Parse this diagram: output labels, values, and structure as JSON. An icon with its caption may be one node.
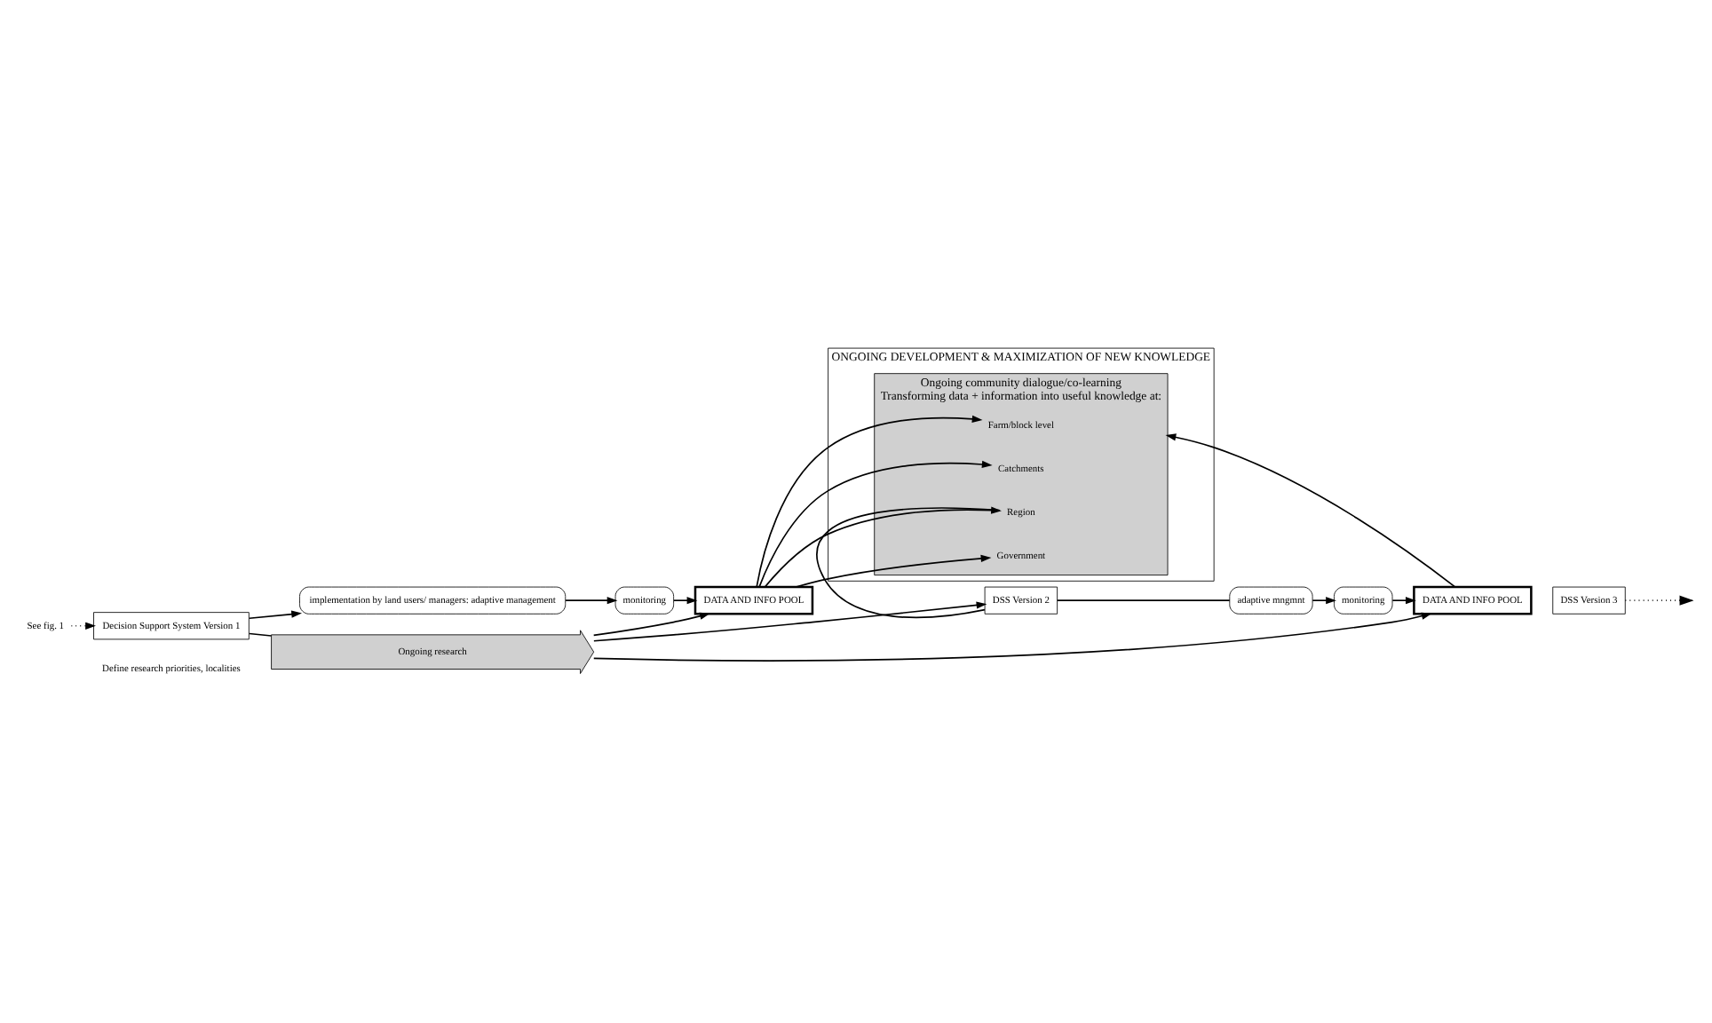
{
  "diagram": {
    "nodes": [
      {
        "text": [
          "ONGOING DEVELOPMENT & MAXIMIZATION OF NEW KNOWLEDGE"
        ]
      },
      {
        "text": [
          "Ongoing community dialogue/co-learning",
          "Transforming data + information into useful knowledge at:"
        ],
        "in": 0
      },
      {
        "text": [
          "Farm/block level"
        ],
        "in": 1
      },
      {
        "text": [
          "Catchments"
        ],
        "in": 1
      },
      {
        "text": [
          "Region"
        ],
        "in": 1
      },
      {
        "text": [
          "Government"
        ],
        "in": 1
      },
      {
        "text": [
          "See fig. 1"
        ]
      },
      {
        "text": [
          "Decision Support System Version 1"
        ],
        "beside": [
          "Define research priorities, localities"
        ]
      },
      {
        "text": [
          "implementation by land users/ managers: adaptive management"
        ]
      },
      {
        "text": [
          "monitoring"
        ]
      },
      {
        "text": [
          "DATA AND INFO POOL"
        ]
      },
      {
        "text": [
          "DSS Version 2"
        ]
      },
      {
        "text": [
          "adaptive mngmnt"
        ]
      },
      {
        "text": [
          "monitoring"
        ]
      },
      {
        "text": [
          "DATA AND INFO POOL"
        ]
      },
      {
        "text": [
          "DSS Version 3"
        ]
      },
      {
        "text": [
          "Ongoing research"
        ]
      }
    ],
    "edges": [
      {
        "from": 6,
        "to": 7,
        "arrow": "to",
        "style": "dashed"
      },
      {
        "from": 7,
        "to": 8,
        "arrow": "to"
      },
      {
        "from": 8,
        "to": 9,
        "arrow": "to"
      },
      {
        "from": 9,
        "to": 10,
        "arrow": "to"
      },
      {
        "from": 10,
        "to": 2,
        "arrow": "to"
      },
      {
        "from": 10,
        "to": 3,
        "arrow": "to"
      },
      {
        "from": 10,
        "to": 4,
        "arrow": "to"
      },
      {
        "from": 10,
        "to": 5,
        "arrow": "to"
      },
      {
        "from": 4,
        "to": 11,
        "arrow": "none"
      },
      {
        "from": 11,
        "to": 12,
        "arrow": "none"
      },
      {
        "from": 12,
        "to": 13,
        "arrow": "to"
      },
      {
        "from": 13,
        "to": 14,
        "arrow": "to"
      },
      {
        "from": 14,
        "to": 1,
        "arrow": "to"
      },
      {
        "from": 7,
        "to": 16,
        "arrow": "none"
      },
      {
        "from": 16,
        "to": 10,
        "arrow": "to"
      },
      {
        "from": 16,
        "to": 11,
        "arrow": "to"
      },
      {
        "from": 16,
        "to": 14,
        "arrow": "to"
      },
      {
        "from": 15,
        "to": null,
        "arrow": "to",
        "style": "dashed"
      }
    ]
  }
}
